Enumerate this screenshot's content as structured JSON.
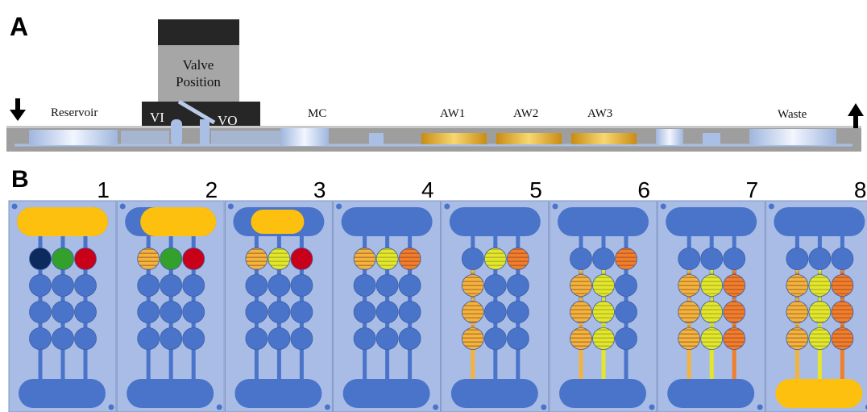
{
  "panel_a": {
    "letter": "A",
    "valve_label_line1": "Valve",
    "valve_label_line2": "Position",
    "vi": "VI",
    "vo": "VO",
    "reservoir": "Reservoir",
    "mc": "MC",
    "aw1": "AW1",
    "aw2": "AW2",
    "aw3": "AW3",
    "waste": "Waste",
    "inlet_arrow": "down-arrow-icon",
    "outlet_arrow": "up-arrow-icon"
  },
  "panel_b": {
    "letter": "B",
    "steps": [
      {
        "num": "1",
        "top": "yellow-full",
        "bottom": "blue",
        "row1": [
          "darkblue",
          "green",
          "red"
        ],
        "rows": [
          [
            "blue",
            "blue",
            "blue"
          ],
          [
            "blue",
            "blue",
            "blue"
          ],
          [
            "blue",
            "blue",
            "blue"
          ]
        ]
      },
      {
        "num": "2",
        "top": "yellow-right",
        "bottom": "blue",
        "row1": [
          "striped-orange",
          "green",
          "red"
        ],
        "rows": [
          [
            "blue",
            "blue",
            "blue"
          ],
          [
            "blue",
            "blue",
            "blue"
          ],
          [
            "blue",
            "blue",
            "blue"
          ]
        ]
      },
      {
        "num": "3",
        "top": "yellow-small",
        "bottom": "blue",
        "row1": [
          "striped-orange",
          "striped-yellow",
          "red"
        ],
        "rows": [
          [
            "blue",
            "blue",
            "blue"
          ],
          [
            "blue",
            "blue",
            "blue"
          ],
          [
            "blue",
            "blue",
            "blue"
          ]
        ]
      },
      {
        "num": "4",
        "top": "blue",
        "bottom": "blue",
        "row1": [
          "striped-orange",
          "striped-yellow",
          "striped-red"
        ],
        "rows": [
          [
            "blue",
            "blue",
            "blue"
          ],
          [
            "blue",
            "blue",
            "blue"
          ],
          [
            "blue",
            "blue",
            "blue"
          ]
        ]
      },
      {
        "num": "5",
        "top": "blue",
        "bottom": "blue",
        "row1": [
          "blue",
          "striped-yellow",
          "striped-red"
        ],
        "rows": [
          [
            "striped-orange",
            "blue",
            "blue"
          ],
          [
            "striped-orange",
            "blue",
            "blue"
          ],
          [
            "striped-orange",
            "blue",
            "blue"
          ]
        ]
      },
      {
        "num": "6",
        "top": "blue",
        "bottom": "blue",
        "row1": [
          "blue",
          "blue",
          "striped-red"
        ],
        "rows": [
          [
            "striped-orange",
            "striped-yellow",
            "blue"
          ],
          [
            "striped-orange",
            "striped-yellow",
            "blue"
          ],
          [
            "striped-orange",
            "striped-yellow",
            "blue"
          ]
        ]
      },
      {
        "num": "7",
        "top": "blue",
        "bottom": "blue",
        "row1": [
          "blue",
          "blue",
          "blue"
        ],
        "rows": [
          [
            "striped-orange",
            "striped-yellow",
            "striped-red"
          ],
          [
            "striped-orange",
            "striped-yellow",
            "striped-red"
          ],
          [
            "striped-orange",
            "striped-yellow",
            "striped-red"
          ]
        ]
      },
      {
        "num": "8",
        "top": "blue",
        "bottom": "yellow",
        "row1": [
          "blue",
          "blue",
          "blue"
        ],
        "rows": [
          [
            "striped-orange",
            "striped-yellow",
            "striped-red"
          ],
          [
            "striped-orange",
            "striped-yellow",
            "striped-red"
          ],
          [
            "striped-orange",
            "striped-yellow",
            "striped-red"
          ]
        ]
      }
    ]
  },
  "colors": {
    "panel_fill": "#a9bce6",
    "channel_blue": "#4a74c9",
    "yellow": "#fdc00f",
    "green": "#33a02c",
    "red": "#c9001a",
    "darkblue": "#0c2b5c",
    "stripe_orange": "#f3b33c",
    "stripe_yellow": "#e5e52a",
    "stripe_red": "#f07f2a",
    "gray_chip": "#a6a6a6",
    "dark_box": "#262626"
  }
}
